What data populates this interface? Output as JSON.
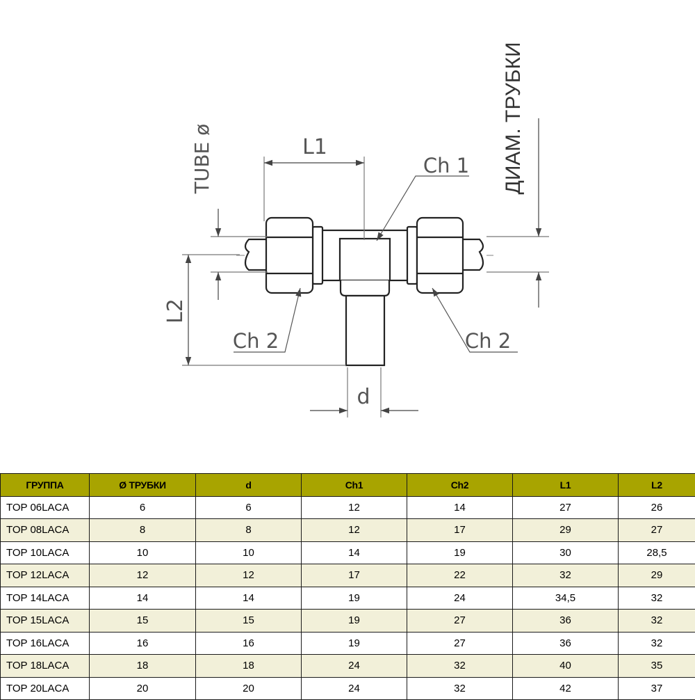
{
  "drawing": {
    "labels": {
      "l1": "L1",
      "l2": "L2",
      "ch1": "Ch 1",
      "ch2_left": "Ch 2",
      "ch2_right": "Ch 2",
      "d": "d",
      "tube": "TUBE ø",
      "diam": "ДИАМ. ТРУБКИ"
    }
  },
  "table": {
    "headers": [
      "ГРУППА",
      "Ø ТРУБКИ",
      "d",
      "Ch1",
      "Ch2",
      "L1",
      "L2"
    ],
    "rows": [
      [
        "TOP 06LACA",
        "6",
        "6",
        "12",
        "14",
        "27",
        "26"
      ],
      [
        "TOP 08LACA",
        "8",
        "8",
        "12",
        "17",
        "29",
        "27"
      ],
      [
        "TOP 10LACA",
        "10",
        "10",
        "14",
        "19",
        "30",
        "28,5"
      ],
      [
        "TOP 12LACA",
        "12",
        "12",
        "17",
        "22",
        "32",
        "29"
      ],
      [
        "TOP 14LACA",
        "14",
        "14",
        "19",
        "24",
        "34,5",
        "32"
      ],
      [
        "TOP 15LACA",
        "15",
        "15",
        "19",
        "27",
        "36",
        "32"
      ],
      [
        "TOP 16LACA",
        "16",
        "16",
        "19",
        "27",
        "36",
        "32"
      ],
      [
        "TOP 18LACA",
        "18",
        "18",
        "24",
        "32",
        "40",
        "35"
      ],
      [
        "TOP 20LACA",
        "20",
        "20",
        "24",
        "32",
        "42",
        "37"
      ]
    ]
  }
}
